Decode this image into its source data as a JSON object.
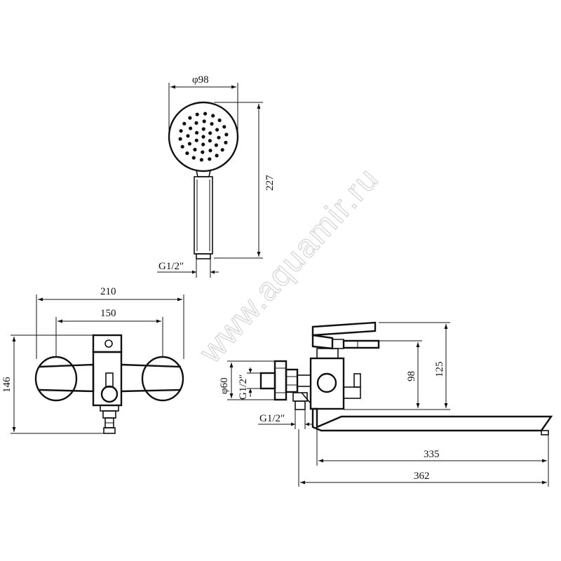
{
  "watermark": "www.aquamir.ru",
  "shower_head": {
    "diameter_label": "φ98",
    "height_label": "227",
    "thread_label": "G1/2″"
  },
  "front_view": {
    "width_label": "210",
    "centers_label": "150",
    "height_label": "146"
  },
  "side_view": {
    "outlet_diameter_label": "φ60",
    "outlet_thread_label": "G1/2″",
    "inlet_thread_label": "G1/2″",
    "height_lower_label": "98",
    "height_upper_label": "125",
    "spout_length_label": "335",
    "total_length_label": "362"
  }
}
